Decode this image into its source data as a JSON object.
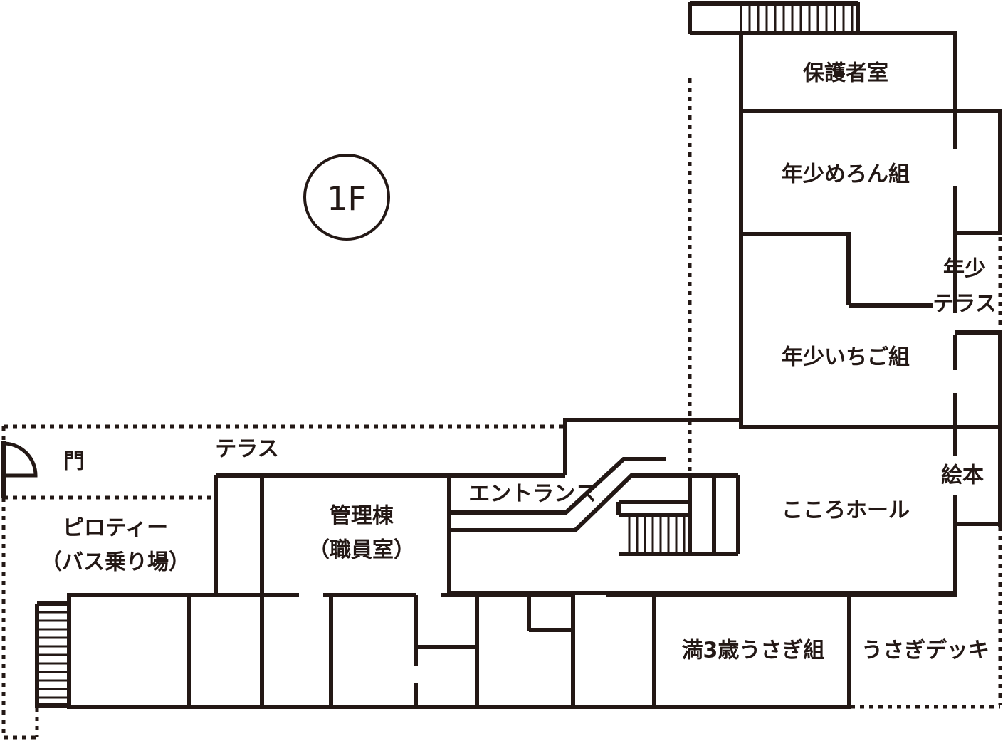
{
  "floor": "1F",
  "rooms": {
    "hogosha": "保護者室",
    "nensho_melon": "年少めろん組",
    "nensho_terrace_line1": "年少",
    "nensho_terrace_line2": "テラス",
    "nensho_ichigo": "年少いちご組",
    "ehon": "絵本",
    "kokoro_hall": "こころホール",
    "entrance": "エントランス",
    "terrace": "テラス",
    "mon": "門",
    "piloti_line1": "ピロティー",
    "piloti_line2": "（バス乗り場）",
    "kanritou_line1": "管理棟",
    "kanritou_line2": "（職員室）",
    "man3_usagi": "満3歳うさぎ組",
    "usagi_deck": "うさぎデッキ"
  }
}
